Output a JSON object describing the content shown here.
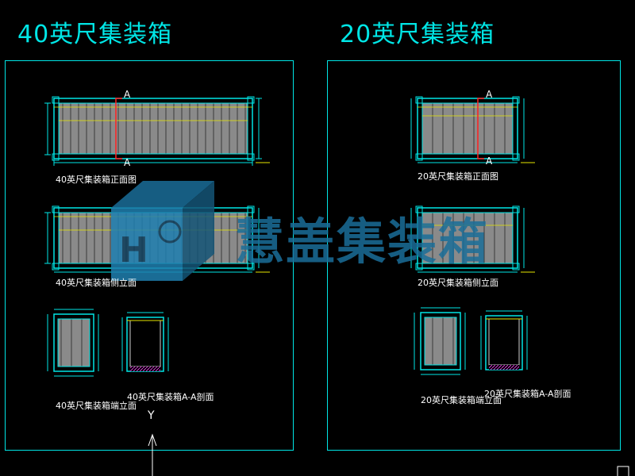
{
  "left": {
    "title": "40英尺集装箱",
    "captions": {
      "front": "40英尺集装箱正面图",
      "side": "40英尺集装箱侧立面",
      "end": "40英尺集装箱端立面",
      "section": "40英尺集装箱A-A剖面"
    },
    "section_marker": "A"
  },
  "right": {
    "title": "20英尺集装箱",
    "captions": {
      "front": "20英尺集装箱正面图",
      "side": "20英尺集装箱侧立面",
      "end": "20英尺集装箱端立面",
      "section": "20英尺集装箱A-A剖面"
    },
    "section_marker": "A"
  },
  "watermark": {
    "text": "慧盖集装箱"
  },
  "ucs": {
    "y_label": "Y"
  },
  "colors": {
    "cad_cyan": "#00e6e6",
    "cad_yellow": "#e6e600",
    "cad_red": "#ff2020",
    "panel_gray": "#8a8a8a",
    "background": "#000000",
    "watermark_blue": "#1b6e99"
  }
}
